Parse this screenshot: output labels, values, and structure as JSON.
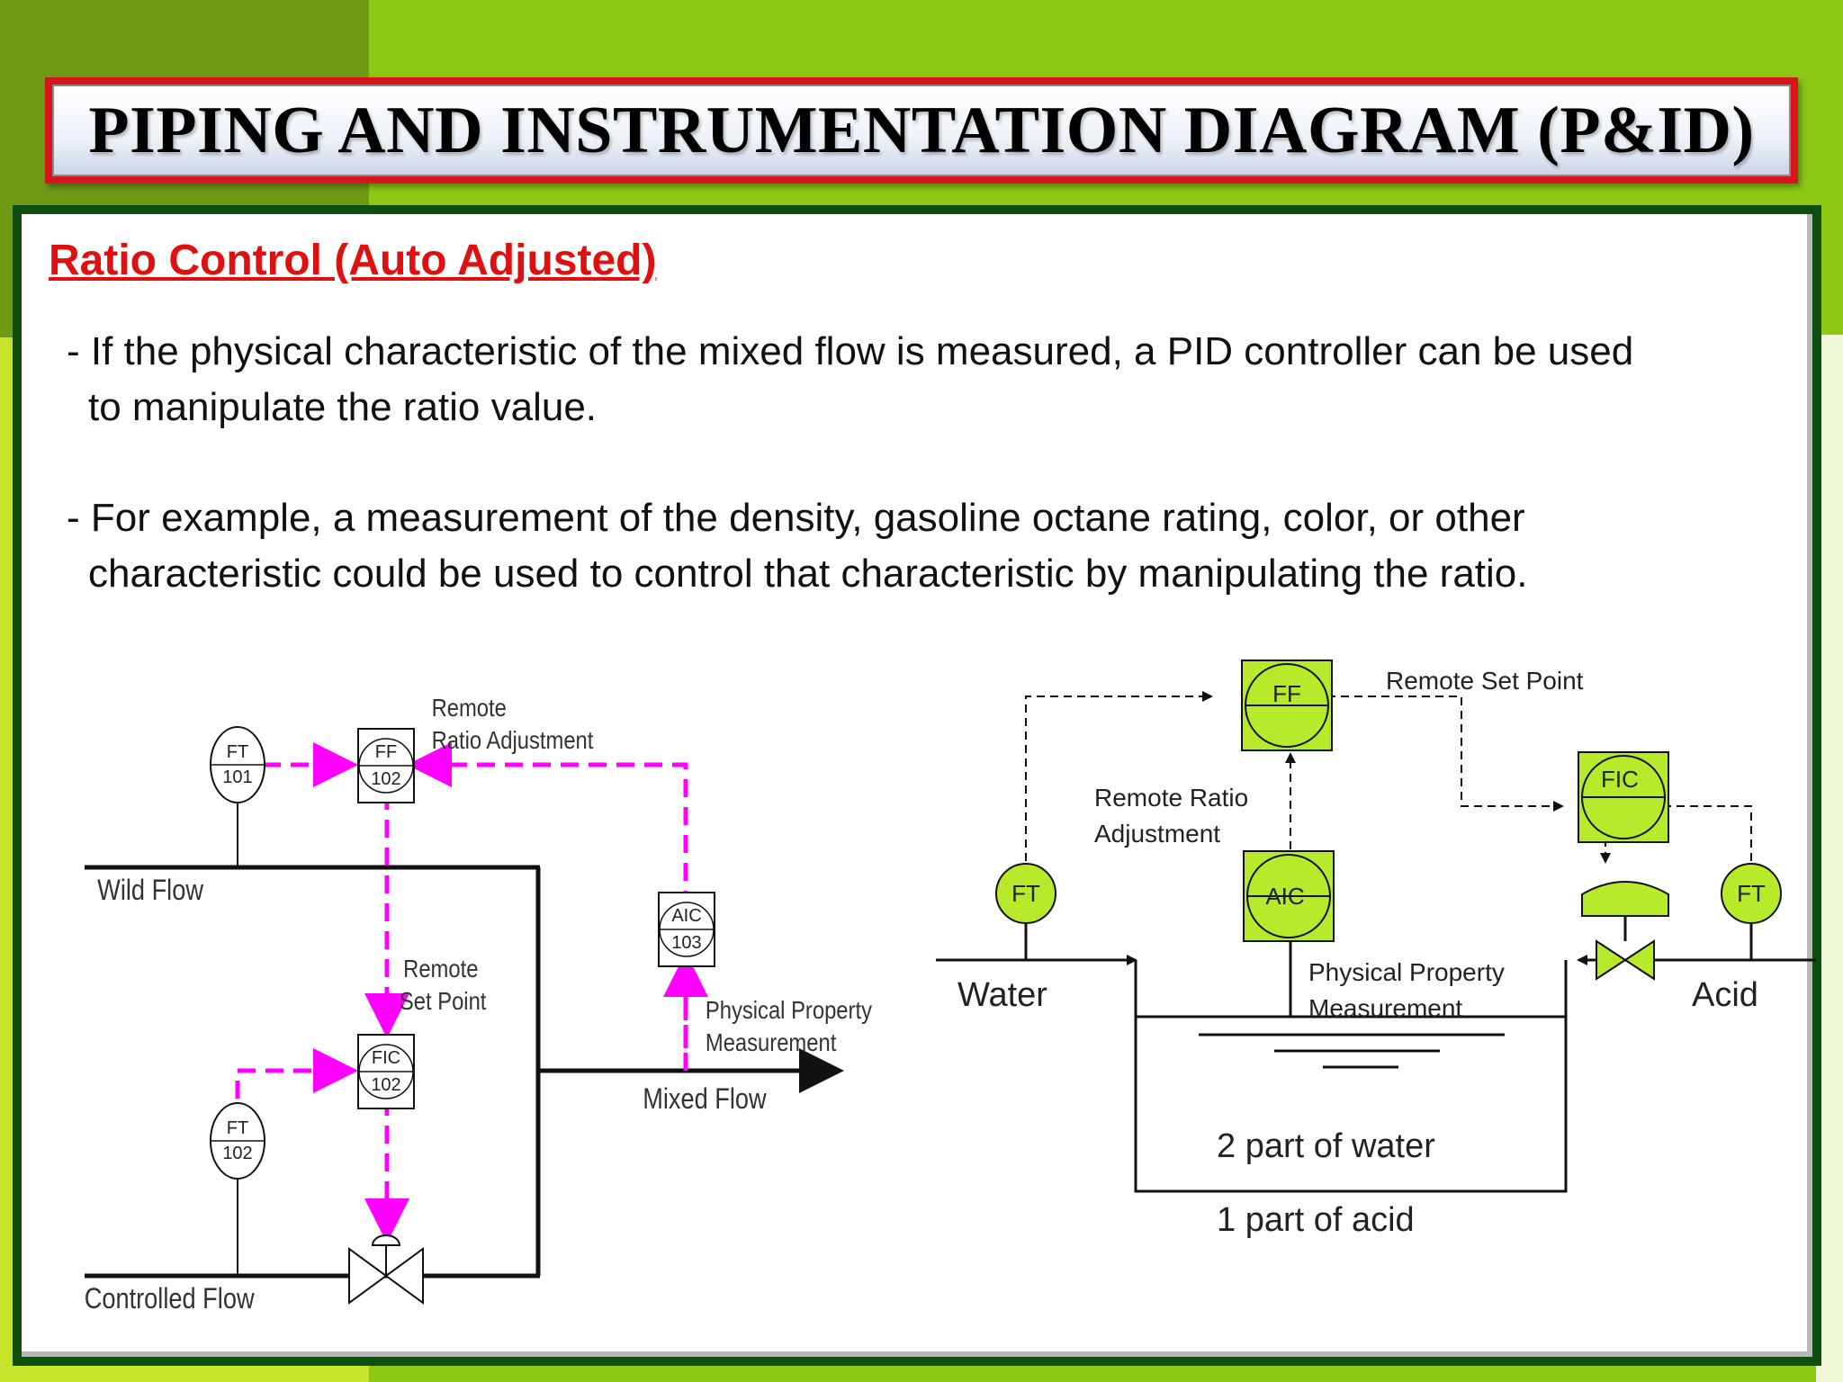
{
  "title": "PIPING AND INSTRUMENTATION DIAGRAM (P&ID)",
  "subtitle": "Ratio Control (Auto Adjusted)",
  "paragraphs": [
    {
      "line1": "- If the physical characteristic of the mixed flow is measured, a PID controller can be used",
      "line2": "to manipulate the ratio value."
    },
    {
      "line1": "- For example, a measurement of the density, gasoline octane rating, color, or other",
      "line2": "characteristic could be used to control that characteristic by manipulating the ratio."
    }
  ],
  "left_diagram": {
    "ft101": {
      "tag": "FT",
      "num": "101"
    },
    "ff102": {
      "tag": "FF",
      "num": "102"
    },
    "fic102": {
      "tag": "FIC",
      "num": "102"
    },
    "ft102": {
      "tag": "FT",
      "num": "102"
    },
    "aic103": {
      "tag": "AIC",
      "num": "103"
    },
    "remote_ratio_1": "Remote",
    "remote_ratio_2": "Ratio Adjustment",
    "remote_sp_1": "Remote",
    "remote_sp_2": "Set Point",
    "phys_1": "Physical Property",
    "phys_2": "Measurement",
    "wild_flow": "Wild Flow",
    "mixed_flow": "Mixed Flow",
    "controlled_flow": "Controlled Flow",
    "colors": {
      "signal": "#ff00ff",
      "line": "#111111"
    }
  },
  "right_diagram": {
    "ff": "FF",
    "fic": "FIC",
    "aic": "AIC",
    "ft_left": "FT",
    "ft_right": "FT",
    "remote_set_point": "Remote Set Point",
    "remote_ratio_1": "Remote Ratio",
    "remote_ratio_2": "Adjustment",
    "phys_1": "Physical Property",
    "phys_2": "Measurement",
    "water": "Water",
    "acid": "Acid",
    "tank_line1": "2 part of water",
    "tank_line2": "1 part of acid",
    "colors": {
      "instrument": "#b8ea2c",
      "line": "#111111"
    }
  }
}
